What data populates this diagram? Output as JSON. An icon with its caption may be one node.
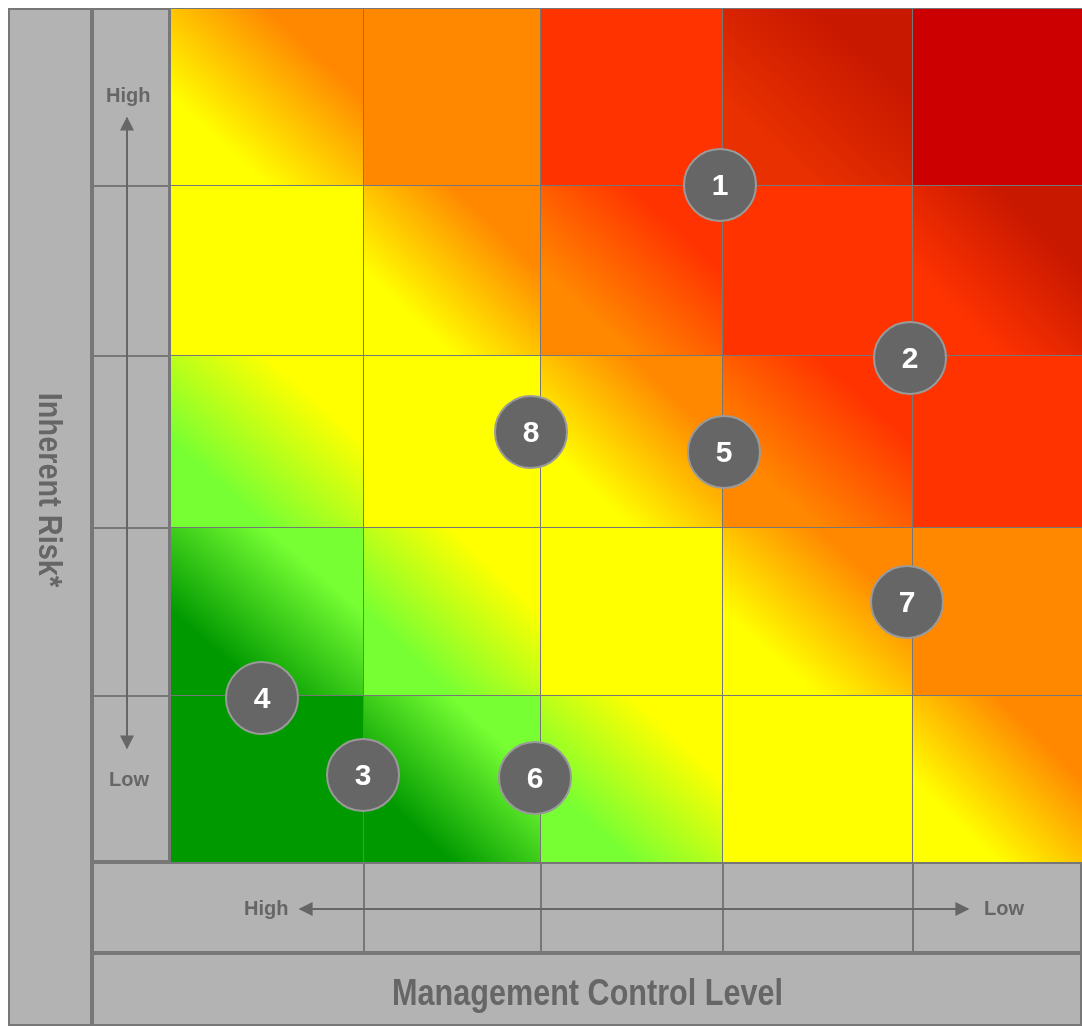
{
  "diagram": {
    "nodes": [
      {
        "text": [
          "1"
        ]
      },
      {
        "text": [
          "2"
        ]
      },
      {
        "text": [
          "8"
        ]
      },
      {
        "text": [
          "5"
        ]
      },
      {
        "text": [
          "7"
        ]
      },
      {
        "text": [
          "4"
        ]
      },
      {
        "text": [
          "3"
        ]
      },
      {
        "text": [
          "6"
        ]
      }
    ],
    "edges": [],
    "labels": [
      "High",
      "Inherent Risk*",
      "Low",
      "High",
      "Low",
      "Management Control Level"
    ]
  }
}
